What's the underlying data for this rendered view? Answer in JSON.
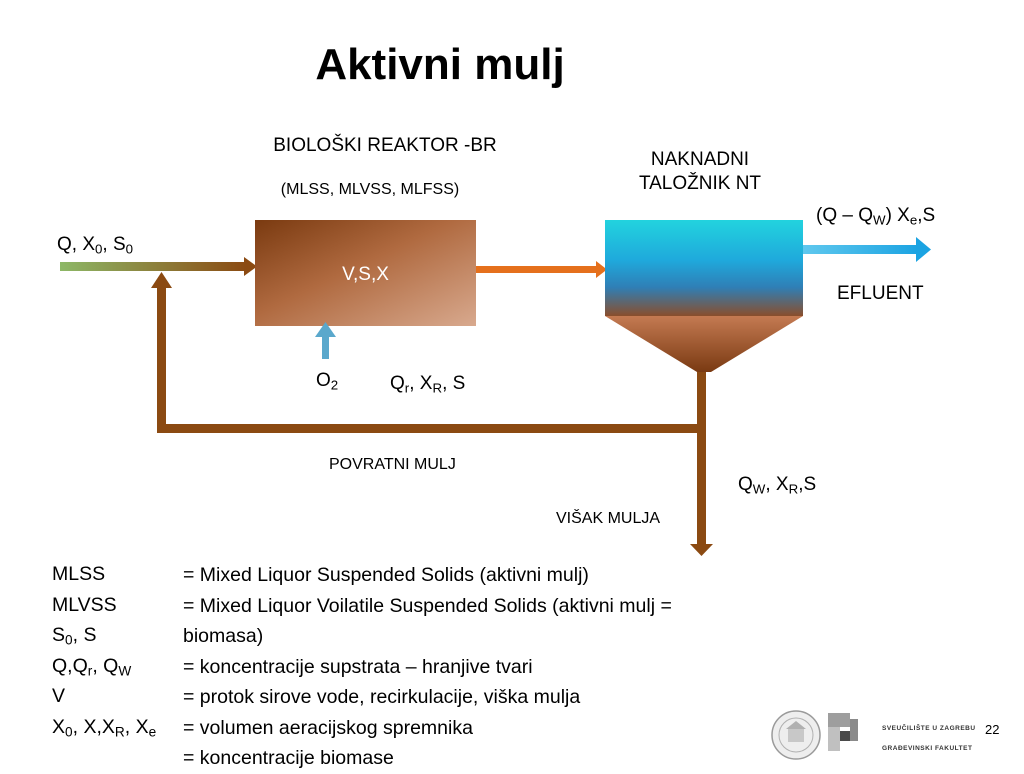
{
  "title": "Aktivni mulj",
  "diagram": {
    "reactor_title": "BIOLOŠKI REAKTOR -BR",
    "reactor_subtitle": "(MLSS, MLVSS, MLFSS)",
    "reactor_content": "V,S,X",
    "settler_title_line1": "NAKNADNI",
    "settler_title_line2": "TALOŽNIK NT",
    "influent": {
      "a": "Q, X",
      "a_sub": "0",
      "b": ", S",
      "b_sub": "0"
    },
    "effluent": {
      "a": "(Q – Q",
      "a_sub": "W",
      "b": ") X",
      "b_sub": "e",
      "c": ",S"
    },
    "effluent_label": "EFLUENT",
    "oxygen": {
      "a": "O",
      "a_sub": "2"
    },
    "recycle": {
      "a": "Q",
      "a_sub": "r",
      "b": ", X",
      "b_sub": "R",
      "c": ", S"
    },
    "return_sludge_label": "POVRATNI MULJ",
    "waste": {
      "a": "Q",
      "a_sub": "W",
      "b": ", X",
      "b_sub": "R",
      "c": ",S"
    },
    "excess_sludge_label": "VIŠAK MULJA"
  },
  "legend": {
    "terms": [
      {
        "a": "MLSS"
      },
      {
        "a": "MLVSS"
      },
      {
        "a": "S",
        "a_sub": "0",
        "b": ", S"
      },
      {
        "a": "Q,Q",
        "a_sub": "r",
        "b": ", Q",
        "b_sub": "W"
      },
      {
        "a": "V"
      },
      {
        "a": "X",
        "a_sub": "0",
        "b": ", X,X",
        "b_sub": "R",
        "c": ", X",
        "c_sub": "e"
      }
    ],
    "definitions": [
      "= Mixed Liquor Suspended Solids (aktivni mulj)",
      "= Mixed Liquor Voilatile Suspended Solids (aktivni mulj =",
      "biomasa)",
      "= koncentracije supstrata – hranjive tvari",
      "= protok sirove vode, recirkulacije, viška mulja",
      "= volumen aeracijskog spremnika",
      "= koncentracije biomase"
    ]
  },
  "footer": {
    "university": "SVEUČILIŠTE U ZAGREBU",
    "faculty": "GRAĐEVINSKI FAKULTET",
    "page_number": "22"
  },
  "colors": {
    "pipe_brown": "#8B4A12",
    "influent_green": "#8DB867",
    "flow_orange": "#E5701C",
    "water_cyan": "#22D3DE",
    "effluent_blue": "#1BA3E2",
    "oxygen_blue": "#5AA8CC"
  }
}
